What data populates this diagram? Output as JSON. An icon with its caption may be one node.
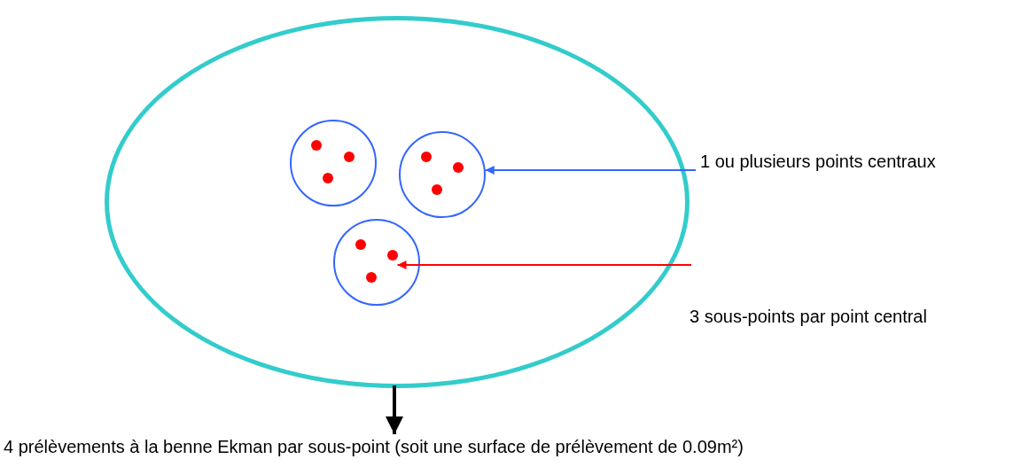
{
  "diagram": {
    "nodes": [
      {
        "text": [],
        "shape": "ellipse"
      },
      {
        "text": [],
        "shape": "circle",
        "in": 0
      },
      {
        "text": [],
        "shape": "circle",
        "in": 0
      },
      {
        "text": [],
        "shape": "circle",
        "in": 0
      },
      {
        "text": [],
        "shape": "circle",
        "in": 1
      },
      {
        "text": [],
        "shape": "circle",
        "in": 1
      },
      {
        "text": [],
        "shape": "circle",
        "in": 1
      },
      {
        "text": [],
        "shape": "circle",
        "in": 2
      },
      {
        "text": [],
        "shape": "circle",
        "in": 2
      },
      {
        "text": [],
        "shape": "circle",
        "in": 2
      },
      {
        "text": [],
        "shape": "circle",
        "in": 3
      },
      {
        "text": [],
        "shape": "circle",
        "in": 3
      },
      {
        "text": [],
        "shape": "circle",
        "in": 3
      },
      {
        "text": [
          "1 ou plusieurs points centraux"
        ]
      },
      {
        "text": [
          "3 sous-points par point central"
        ]
      },
      {
        "text": [
          "4 prélèvements à la benne Ekman par sous-point (soit une surface de prélèvement de 0.09m²)"
        ]
      }
    ],
    "edges": [
      {
        "from": 13,
        "to": 2,
        "arrow": "to",
        "color": "#3366ff"
      },
      {
        "from": 14,
        "to": 3,
        "arrow": "to",
        "color": "#ff0000"
      },
      {
        "from": 0,
        "to": 15,
        "arrow": "to",
        "style": "thick",
        "color": "#000000"
      }
    ]
  }
}
